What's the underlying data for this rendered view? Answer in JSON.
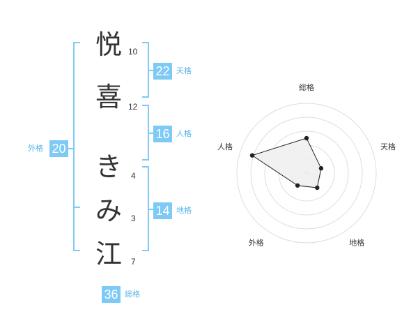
{
  "name_chars": [
    {
      "char": "悦",
      "strokes": "10"
    },
    {
      "char": "喜",
      "strokes": "12"
    },
    {
      "char": "き",
      "strokes": "4"
    },
    {
      "char": "み",
      "strokes": "3"
    },
    {
      "char": "江",
      "strokes": "7"
    }
  ],
  "fortune": {
    "tenkaku": {
      "value": "22",
      "label": "天格"
    },
    "jinkaku": {
      "value": "16",
      "label": "人格"
    },
    "chikaku": {
      "value": "14",
      "label": "地格"
    },
    "gaikaku": {
      "value": "20",
      "label": "外格"
    },
    "soukaku": {
      "value": "36",
      "label": "総格"
    }
  },
  "accent_color": "#7ccaf5",
  "chart_data": {
    "type": "radar",
    "axes": [
      "総格",
      "天格",
      "地格",
      "外格",
      "人格"
    ],
    "values": [
      2.5,
      1.1,
      1.3,
      1.1,
      4.1
    ],
    "rmax": 5,
    "rings": 5,
    "grid": true
  }
}
